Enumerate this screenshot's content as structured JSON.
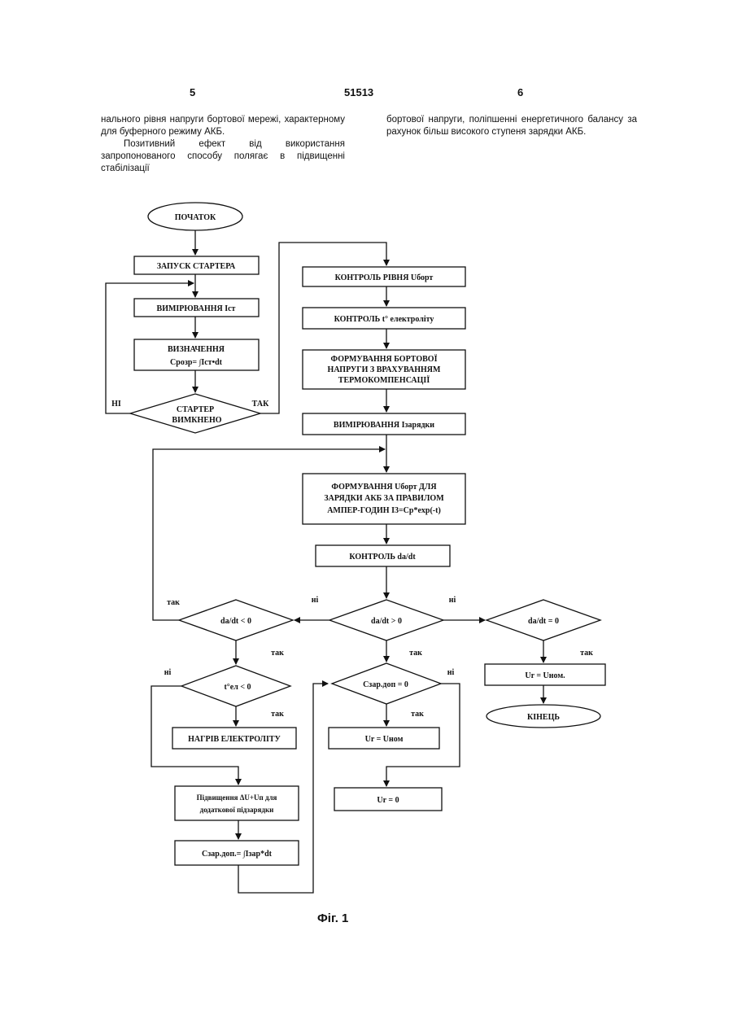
{
  "header": {
    "left_page": "5",
    "center_number": "51513",
    "right_page": "6"
  },
  "columns": {
    "left": [
      "нального рівня напруги бортової мережі, характерному для буферного режиму АКБ.",
      "Позитивний ефект від використання запропонованого способу полягає в підвищенні стабілізації"
    ],
    "right": [
      "бортової напруги, поліпшенні енергетичного балансу за рахунок більш високого ступеня зарядки АКБ."
    ]
  },
  "flowchart": {
    "start": "ПОЧАТОК",
    "starter": "ЗАПУСК СТАРТЕРА",
    "measure_ist": "ВИМІРЮВАННЯ Iст",
    "determine_1": "ВИЗНАЧЕННЯ",
    "determine_2": "Cрозр= ∫Iст•dt",
    "starter_off_1": "СТАРТЕР",
    "starter_off_2": "ВИМКНЕНО",
    "no_label": "НІ",
    "yes_label": "ТАК",
    "control_level": "КОНТРОЛЬ РІВНЯ Uборт",
    "control_temp": "КОНТРОЛЬ   t° електроліту",
    "form_voltage_1": "ФОРМУВАННЯ БОРТОВОЇ",
    "form_voltage_2": "НАПРУГИ З ВРАХУВАННЯМ",
    "form_voltage_3": "ТЕРМОКОМПЕНСАЦІЇ",
    "measure_charge": "ВИМІРЮВАННЯ Iзарядки",
    "form_ubort_1": "ФОРМУВАННЯ  Uборт ДЛЯ",
    "form_ubort_2": "ЗАРЯДКИ АКБ ЗА ПРАВИЛОМ",
    "form_ubort_3": "АМПЕР-ГОДИН I3=Cp*exp(-t)",
    "control_dadt": "КОНТРОЛЬ da/dt",
    "cond_lt": "da/dt < 0",
    "cond_gt": "da/dt > 0",
    "cond_eq": "da/dt = 0",
    "cond_temp": "t°ел < 0",
    "cond_charge": "Cзар.доп = 0",
    "heat": "НАГРІВ ЕЛЕКТРОЛІТУ",
    "raise_1": "Підвищення  ΔU+Uп для",
    "raise_2": "додаткової підзарядки",
    "csar": "Cзар.доп.= ∫Iзар*dt",
    "ur_nom_mid": "Ur = Uном",
    "ur_nom_right": "Ur = Uном.",
    "ur_zero": "Ur = 0",
    "end": "КІНЕЦЬ",
    "tak": "так",
    "ni": "ні"
  },
  "caption": "Фіг. 1"
}
